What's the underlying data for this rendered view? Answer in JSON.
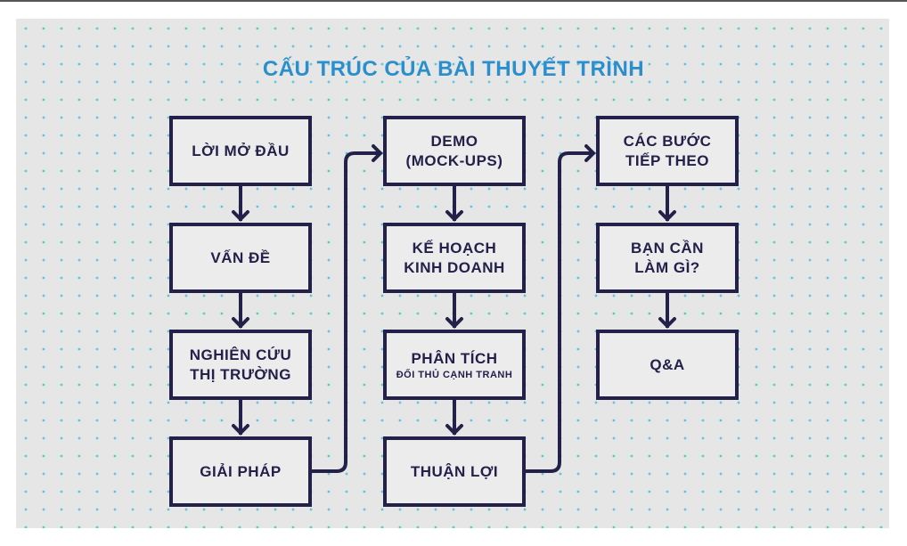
{
  "title": "CẤU TRÚC CỦA BÀI THUYẾT TRÌNH",
  "columns": [
    [
      "LỜI MỞ ĐẦU",
      "VẤN ĐỀ",
      "NGHIÊN CỨU THỊ TRƯỜNG",
      "GIẢI PHÁP"
    ],
    [
      "DEMO (MOCK-UPS)",
      "KẾ HOẠCH KINH DOANH",
      "PHÂN TÍCH",
      "THUẬN LỢI"
    ],
    [
      "CÁC BƯỚC TIẾP THEO",
      "BẠN CẦN LÀM GÌ?",
      "Q&A"
    ]
  ],
  "subtitles": {
    "phan_tich": "ĐỐI THỦ CẠNH TRANH"
  },
  "colors": {
    "title": "#2a8fcc",
    "box_border": "#23214a",
    "dots": "#5bc8dc",
    "background": "#e6e6e6"
  }
}
